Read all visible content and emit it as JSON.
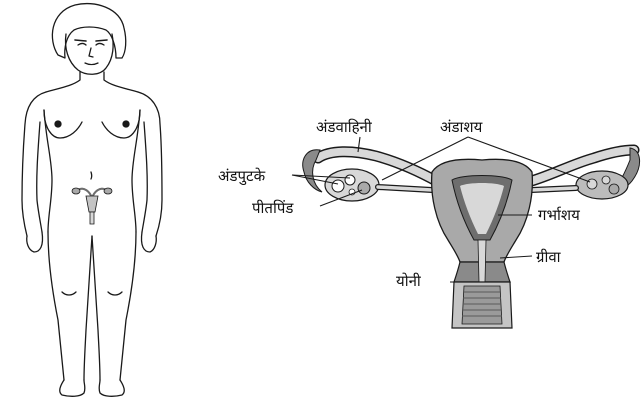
{
  "labels": {
    "fallopian_tube": "अंडवाहिनी",
    "ovary": "अंडाशय",
    "follicles": "अंडपुटके",
    "corpus_luteum": "पीतपिंड",
    "uterus": "गर्भाशय",
    "cervix": "ग्रीवा",
    "vagina": "योनी"
  },
  "colors": {
    "outline": "#1a1a1a",
    "tissue_light": "#d8d8d8",
    "tissue_mid": "#a9a9a9",
    "tissue_dark": "#6e6e6e",
    "cavity": "#c4c4c4"
  }
}
